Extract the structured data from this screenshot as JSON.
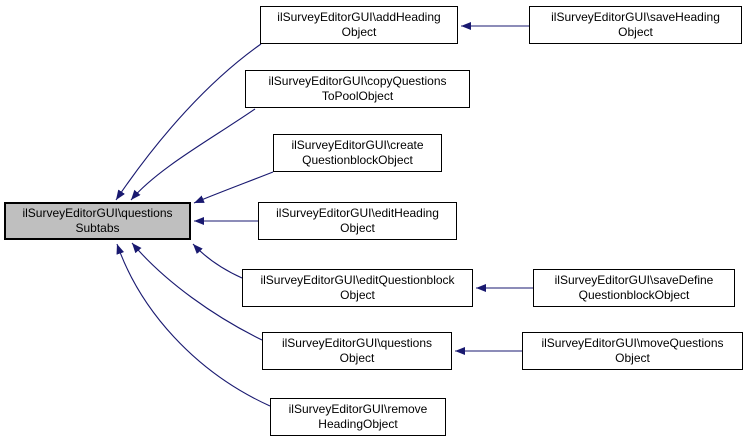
{
  "diagram": {
    "kind": "caller-graph",
    "background_color": "#ffffff",
    "edge_color": "#191970",
    "node_fill": "#ffffff",
    "focus_node_fill": "#bfbfbf",
    "border_color": "#000000"
  },
  "nodes": [
    {
      "id": "questionsSubtabs",
      "line1": "ilSurveyEditorGUI\\questions",
      "line2": "Subtabs",
      "focused": true
    },
    {
      "id": "addHeadingObject",
      "line1": "ilSurveyEditorGUI\\addHeading",
      "line2": "Object",
      "focused": false
    },
    {
      "id": "copyQuestionsToPoolObject",
      "line1": "ilSurveyEditorGUI\\copyQuestions",
      "line2": "ToPoolObject",
      "focused": false
    },
    {
      "id": "createQuestionblockObject",
      "line1": "ilSurveyEditorGUI\\create",
      "line2": "QuestionblockObject",
      "focused": false
    },
    {
      "id": "editHeadingObject",
      "line1": "ilSurveyEditorGUI\\editHeading",
      "line2": "Object",
      "focused": false
    },
    {
      "id": "editQuestionblockObject",
      "line1": "ilSurveyEditorGUI\\editQuestionblock",
      "line2": "Object",
      "focused": false
    },
    {
      "id": "questionsObject",
      "line1": "ilSurveyEditorGUI\\questions",
      "line2": "Object",
      "focused": false
    },
    {
      "id": "removeHeadingObject",
      "line1": "ilSurveyEditorGUI\\remove",
      "line2": "HeadingObject",
      "focused": false
    },
    {
      "id": "saveHeadingObject",
      "line1": "ilSurveyEditorGUI\\saveHeading",
      "line2": "Object",
      "focused": false
    },
    {
      "id": "saveDefineQuestionblockObject",
      "line1": "ilSurveyEditorGUI\\saveDefine",
      "line2": "QuestionblockObject",
      "focused": false
    },
    {
      "id": "moveQuestionsObject",
      "line1": "ilSurveyEditorGUI\\moveQuestions",
      "line2": "Object",
      "focused": false
    }
  ],
  "edges": [
    {
      "from": "addHeadingObject",
      "to": "questionsSubtabs"
    },
    {
      "from": "copyQuestionsToPoolObject",
      "to": "questionsSubtabs"
    },
    {
      "from": "createQuestionblockObject",
      "to": "questionsSubtabs"
    },
    {
      "from": "editHeadingObject",
      "to": "questionsSubtabs"
    },
    {
      "from": "editQuestionblockObject",
      "to": "questionsSubtabs"
    },
    {
      "from": "questionsObject",
      "to": "questionsSubtabs"
    },
    {
      "from": "removeHeadingObject",
      "to": "questionsSubtabs"
    },
    {
      "from": "saveHeadingObject",
      "to": "addHeadingObject"
    },
    {
      "from": "saveDefineQuestionblockObject",
      "to": "editQuestionblockObject"
    },
    {
      "from": "moveQuestionsObject",
      "to": "questionsObject"
    }
  ]
}
